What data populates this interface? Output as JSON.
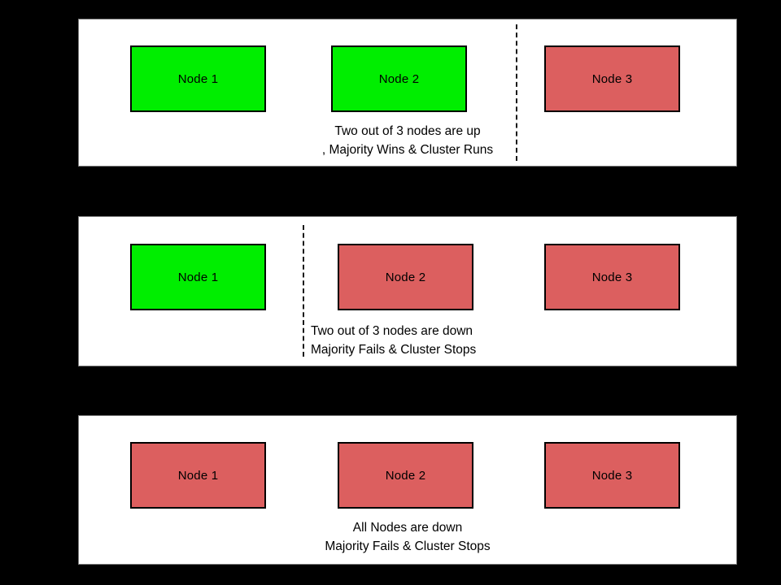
{
  "diagram": {
    "background_color": "#000000",
    "panel_background": "#ffffff",
    "colors": {
      "node_up": "#00ee00",
      "node_down": "#dc5f5f",
      "node_border": "#000000",
      "divider": "#1a1a1a",
      "text": "#000000"
    },
    "panels": [
      {
        "id": "scenario-one-node-down",
        "nodes": [
          {
            "label": "Node 1",
            "state": "up"
          },
          {
            "label": "Node 2",
            "state": "up"
          },
          {
            "label": "Node 3",
            "state": "down"
          }
        ],
        "divider": {
          "present": true,
          "position": "between-node-2-and-node-3"
        },
        "caption": {
          "line1": "Two out of 3 nodes are up",
          "line2": ", Majority Wins & Cluster Runs"
        }
      },
      {
        "id": "scenario-two-nodes-down",
        "nodes": [
          {
            "label": "Node 1",
            "state": "up"
          },
          {
            "label": "Node 2",
            "state": "down"
          },
          {
            "label": "Node 3",
            "state": "down"
          }
        ],
        "divider": {
          "present": true,
          "position": "between-node-1-and-node-2"
        },
        "caption": {
          "line1": "Two out of 3 nodes are down",
          "line2": "Majority Fails & Cluster Stops"
        }
      },
      {
        "id": "scenario-all-nodes-down",
        "nodes": [
          {
            "label": "Node 1",
            "state": "down"
          },
          {
            "label": "Node 2",
            "state": "down"
          },
          {
            "label": "Node 3",
            "state": "down"
          }
        ],
        "divider": {
          "present": false,
          "position": "none"
        },
        "caption": {
          "line1": "All Nodes are down",
          "line2": "Majority Fails & Cluster Stops"
        }
      }
    ]
  }
}
